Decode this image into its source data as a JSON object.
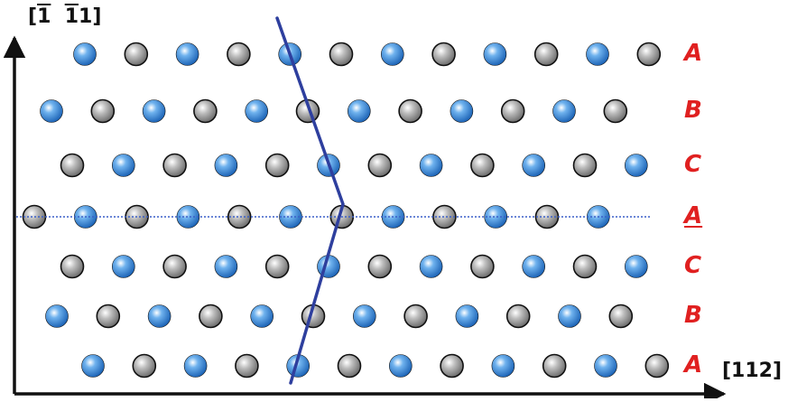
{
  "figure": {
    "axes": {
      "vertical": {
        "bar_1": "1",
        "bar_2": "1",
        "rest": "1"
      },
      "horizontal": {
        "label": "[112]"
      }
    },
    "colors": {
      "atom_blue": "#2f7fd0",
      "atom_gray": "#9a9a9a",
      "twin_line": "#2e3f9e",
      "mirror_line": "#3a5fc8",
      "layer_label": "#e02020",
      "axis": "#111111"
    },
    "layers": [
      {
        "label": "A",
        "underline": false,
        "first": "blue",
        "count": 12
      },
      {
        "label": "B",
        "underline": false,
        "first": "blue",
        "count": 12
      },
      {
        "label": "C",
        "underline": false,
        "first": "gray",
        "count": 12
      },
      {
        "label": "A",
        "underline": true,
        "first": "gray",
        "count": 12
      },
      {
        "label": "C",
        "underline": false,
        "first": "gray",
        "count": 12
      },
      {
        "label": "B",
        "underline": false,
        "first": "blue",
        "count": 12
      },
      {
        "label": "A",
        "underline": false,
        "first": "blue",
        "count": 12
      }
    ]
  }
}
